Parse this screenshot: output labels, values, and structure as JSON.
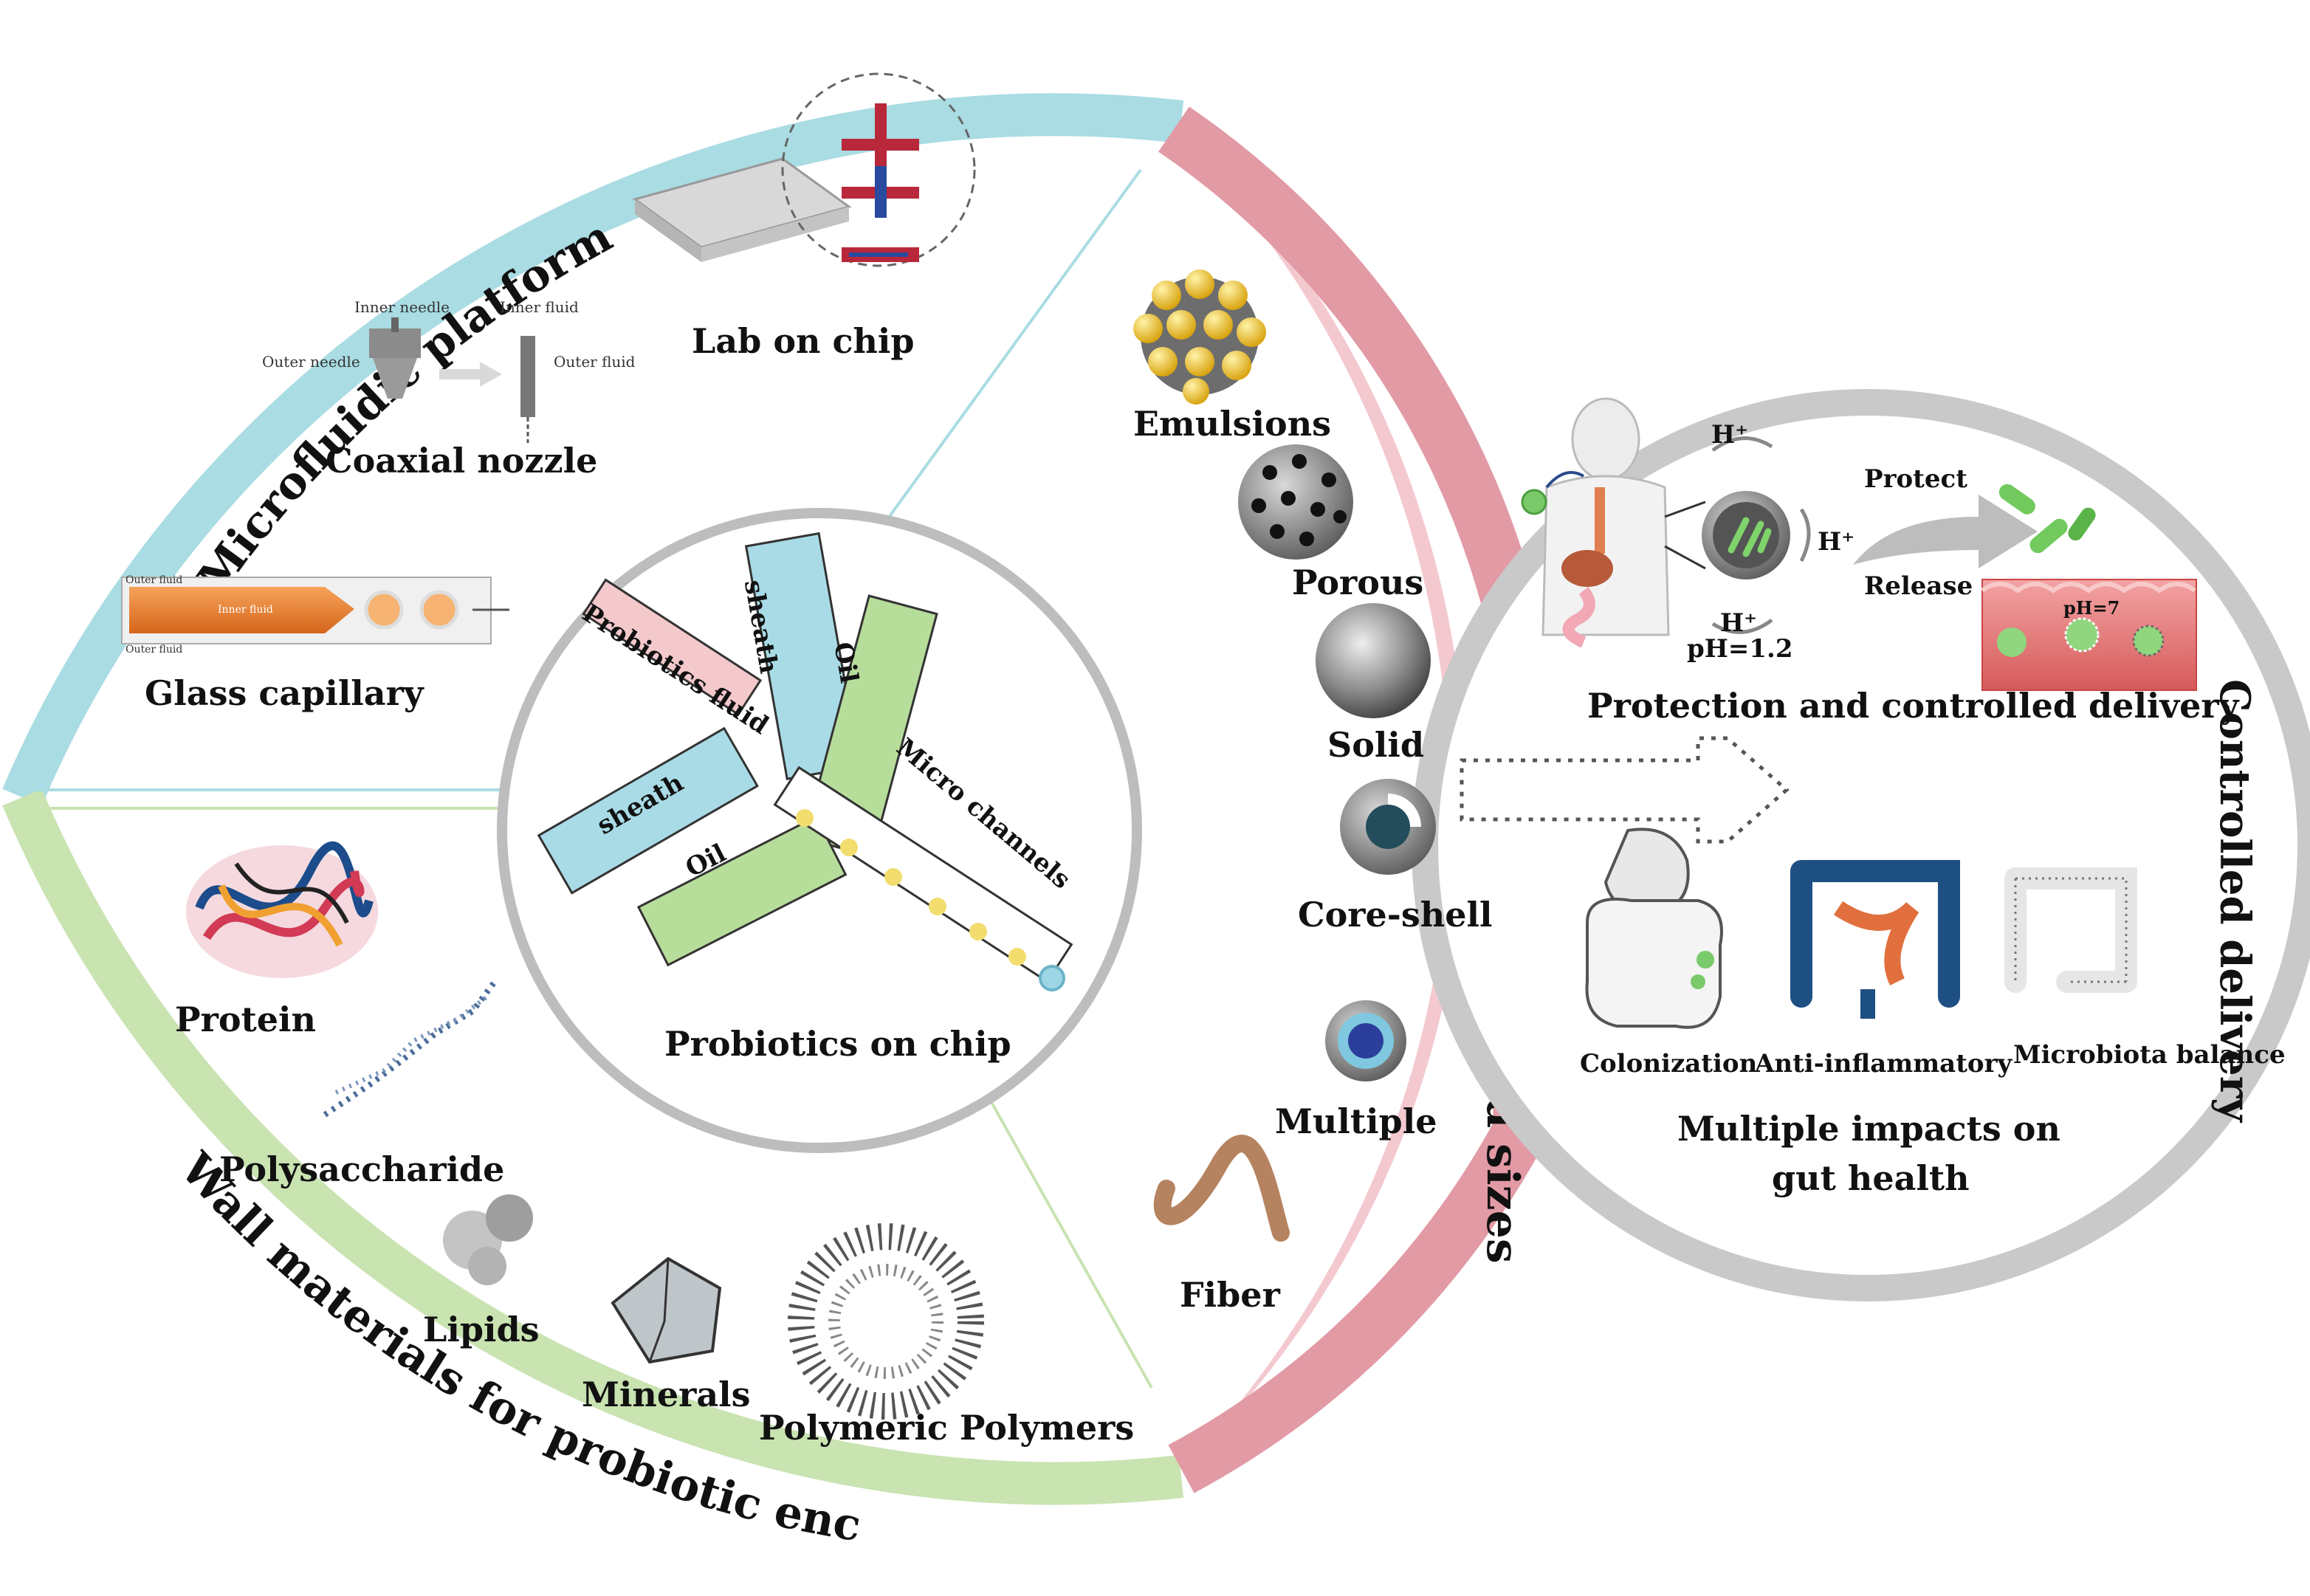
{
  "arcs": {
    "microfluidic": "Microfluidic platform",
    "wall_materials": "Wall materials for probiotic encapsulation",
    "shapes": "Various shapes and sizes",
    "delivery": "Controlled delivery"
  },
  "platform": {
    "lab_on_chip": "Lab on chip",
    "coaxial_nozzle": "Coaxial nozzle",
    "inner_needle": "Inner needle",
    "outer_needle": "Outer needle",
    "inner_fluid": "Inner fluid",
    "outer_fluid": "Outer fluid",
    "glass_capillary": "Glass capillary",
    "cap_outer_fluid_top": "Outer fluid",
    "cap_inner_fluid": "Inner fluid",
    "cap_outer_fluid_bottom": "Outer fluid"
  },
  "center": {
    "title": "Probiotics on chip",
    "probiotics_fluid": "Probiotics fluid",
    "sheath_top": "sheath",
    "sheath_left": "sheath",
    "oil_top": "Oil",
    "oil_bottom": "Oil",
    "micro_channels": "Micro channels"
  },
  "materials": [
    "Protein",
    "Polysaccharide",
    "Lipids",
    "Minerals",
    "Polymeric Polymers"
  ],
  "shapes": [
    "Emulsions",
    "Porous",
    "Solid",
    "Core-shell",
    "Multiple",
    "Fiber"
  ],
  "delivery": {
    "h_top": "H⁺",
    "h_mid": "H⁺",
    "h_bottom": "H⁺",
    "ph_low": "pH=1.2",
    "protect": "Protect",
    "release": "Release",
    "ph_neutral": "pH=7",
    "protection_title": "Protection and controlled delivery",
    "impacts": [
      "Colonization",
      "Anti-inflammatory",
      "Microbiota balance"
    ],
    "impacts_title_1": "Multiple impacts on",
    "impacts_title_2": "gut health"
  },
  "colors": {
    "platform_arc": "#a9dce3",
    "materials_arc": "#c9e3b1",
    "shapes_arc": "#e29aa5",
    "delivery_arc": "#c9c9c9",
    "center_ring": "#bdbdbd",
    "sheath": "#a9dbe6",
    "oil": "#b7dd9b",
    "probiotics_fluid": "#f4c9cc"
  }
}
